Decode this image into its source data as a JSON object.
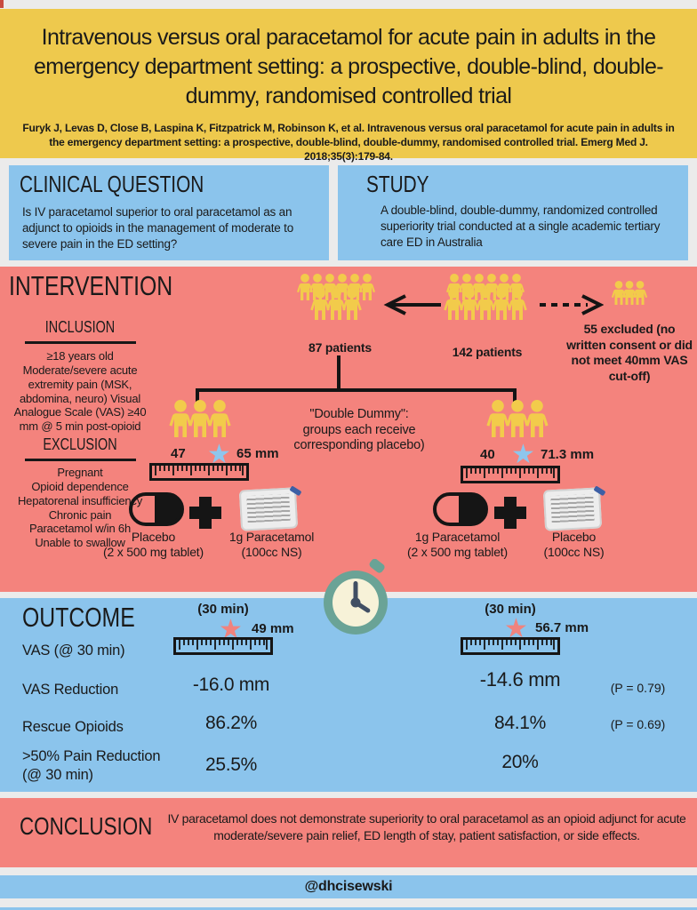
{
  "colors": {
    "background": "#ebebeb",
    "yellow_band": "#eec94d",
    "blue_band": "#8bc4ec",
    "pink_band": "#f4837d",
    "person_yellow": "#f2cb4b",
    "star_blue": "#8ec6ed",
    "star_pink": "#f0837e",
    "stopwatch_teal": "#6aa396",
    "stopwatch_face": "#f7f2d8",
    "iv_port_blue": "#3d5fa5",
    "text": "#1a1a1a"
  },
  "icons": {
    "star": "★"
  },
  "header": {
    "title": "Intravenous versus oral paracetamol for acute pain in adults in the emergency department setting: a prospective, double-blind, double-dummy, randomised controlled trial",
    "citation": "Furyk J, Levas D, Close B, Laspina K, Fitzpatrick M, Robinson K, et al. Intravenous versus oral paracetamol for acute pain in adults in the emergency department setting: a prospective, double-blind, double-dummy, randomised controlled trial. Emerg Med J. 2018;35(3):179-84."
  },
  "clinical_question": {
    "heading": "CLINICAL QUESTION",
    "body": "Is IV paracetamol superior to oral paracetamol as an adjunct to opioids in the management of moderate to severe pain in the ED setting?"
  },
  "study": {
    "heading": "STUDY",
    "body": "A double-blind, double-dummy, randomized controlled superiority trial conducted at a single academic tertiary care ED in Australia"
  },
  "intervention": {
    "heading": "INTERVENTION",
    "inclusion": {
      "heading": "INCLUSION",
      "body": "≥18 years old Moderate/severe acute extremity pain (MSK, abdomina, neuro) Visual Analogue Scale (VAS) ≥40 mm @ 5 min post-opioid"
    },
    "exclusion": {
      "heading": "EXCLUSION",
      "items": [
        "Pregnant",
        "Opioid dependence",
        "Hepatorenal insufficiency",
        "Chronic pain",
        "Paracetamol w/in 6h",
        "Unable to swallow"
      ]
    },
    "flow": {
      "enrolled_label": "87 patients",
      "screened_label": "142 patients",
      "excluded_label": "55 excluded (no written consent or did not meet 40mm VAS cut-off)",
      "double_dummy_note": "\"Double Dummy\": groups each receive corresponding placebo)"
    },
    "arm_oral": {
      "vas_low": "47",
      "vas_high": "65 mm",
      "item1_name": "Placebo",
      "item1_detail": "(2 x 500 mg tablet)",
      "item2_name": "1g Paracetamol",
      "item2_detail": "(100cc NS)"
    },
    "arm_iv": {
      "vas_low": "40",
      "vas_high": "71.3 mm",
      "item1_name": "1g Paracetamol",
      "item1_detail": "(2 x 500 mg tablet)",
      "item2_name": "Placebo",
      "item2_detail": "(100cc NS)"
    }
  },
  "outcome": {
    "heading": "OUTCOME",
    "col_header": "(30 min)",
    "rows": [
      {
        "label": "VAS (@ 30 min)",
        "left": "49 mm",
        "right": "56.7 mm",
        "p": ""
      },
      {
        "label": "VAS Reduction",
        "left": "-16.0 mm",
        "right": "-14.6 mm",
        "p": "(P = 0.79)"
      },
      {
        "label": "Rescue Opioids",
        "left": "86.2%",
        "right": "84.1%",
        "p": "(P = 0.69)"
      },
      {
        "label": ">50% Pain Reduction (@ 30 min)",
        "left": "25.5%",
        "right": "20%",
        "p": ""
      }
    ]
  },
  "conclusion": {
    "heading": "CONCLUSION",
    "body": "IV paracetamol does not demonstrate superiority to oral paracetamol as an opioid adjunct for acute moderate/severe pain relief, ED length of stay, patient satisfaction, or side effects."
  },
  "footer": {
    "handle": "@dhcisewski"
  }
}
